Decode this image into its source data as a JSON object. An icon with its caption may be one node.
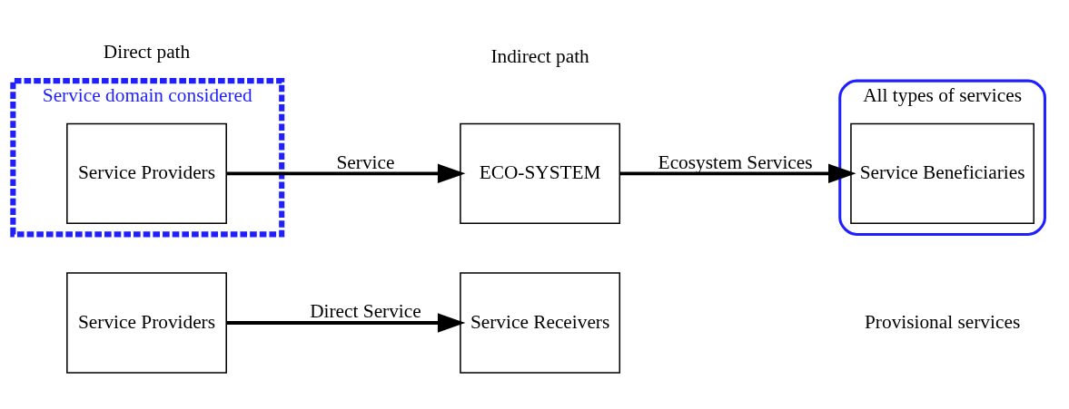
{
  "diagram": {
    "nodes": [
      {
        "text": [
          "Service Providers"
        ]
      },
      {
        "text": [
          "Service Receivers"
        ]
      },
      {
        "text": [
          "Service domain considered"
        ]
      },
      {
        "text": [
          "Service Providers"
        ],
        "in": 2
      },
      {
        "text": [
          "ECO-SYSTEM"
        ]
      },
      {
        "text": [
          "All types of services"
        ]
      },
      {
        "text": [
          "Service Beneficiaries"
        ],
        "in": 5
      }
    ],
    "edges": [
      {
        "from": 0,
        "to": 1,
        "arrow": "to",
        "label": "Direct Service"
      },
      {
        "from": 3,
        "to": 4,
        "arrow": "to",
        "label": "Service"
      },
      {
        "from": 4,
        "to": 6,
        "arrow": "to",
        "label": "Ecosystem Services"
      }
    ],
    "labels": [
      "Direct path",
      "Provisional services",
      "Indirect path"
    ]
  }
}
